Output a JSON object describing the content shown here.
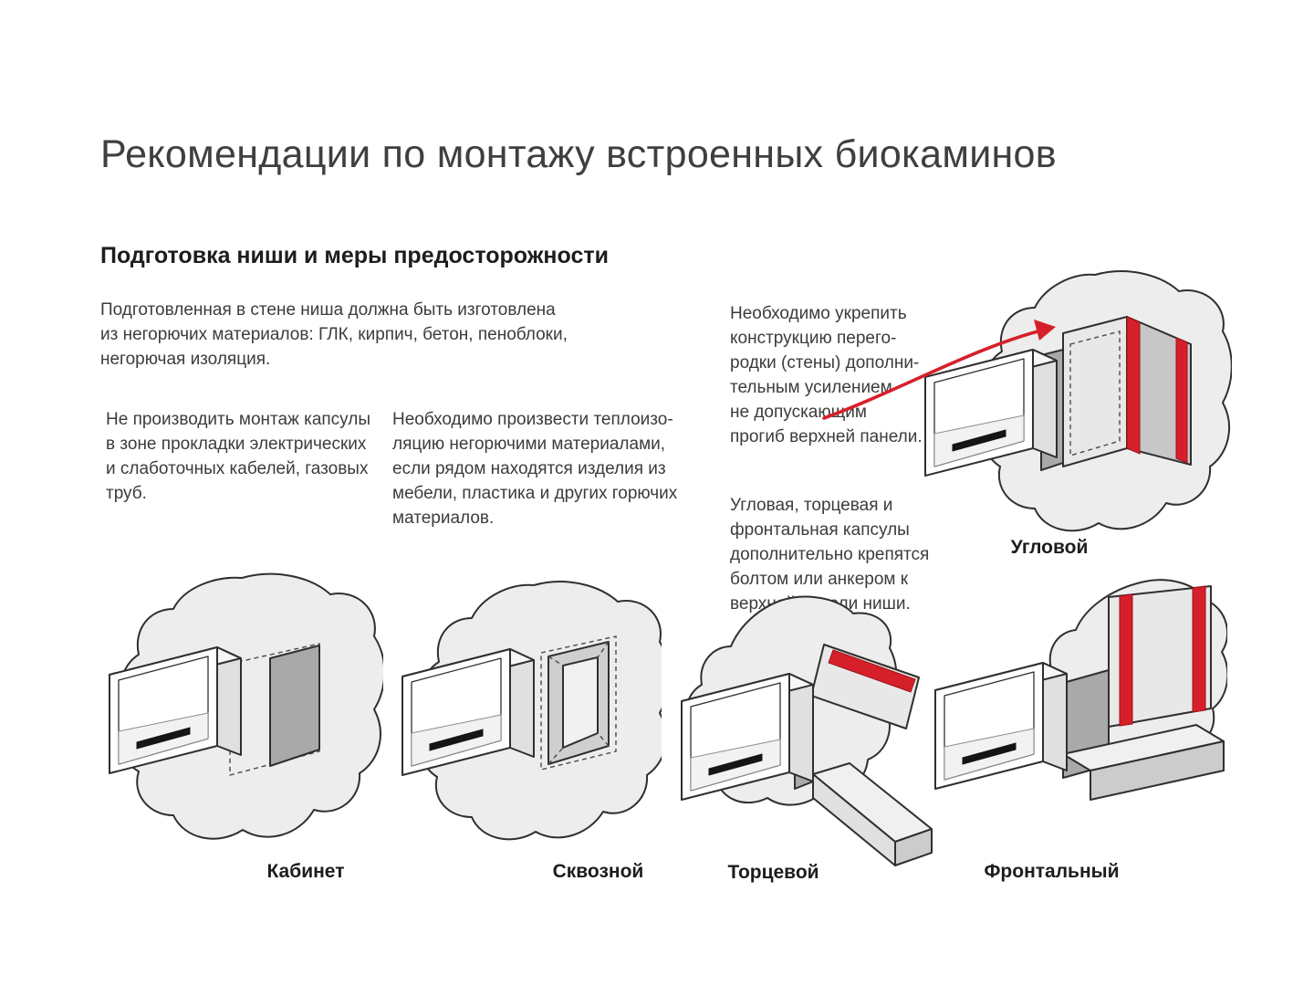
{
  "page": {
    "title": "Рекомендации по монтажу встроенных биокаминов",
    "section_heading": "Подготовка ниши и меры предосторожности"
  },
  "paragraphs": {
    "intro": "Подготовленная в стене ниша должна быть изготовлена\nиз негорючих материалов: ГЛК, кирпич, бетон, пеноблоки,\nнегорючая изоляция.",
    "warning_cables": "Не производить монтаж капсулы\nв зоне прокладки электрических\nи слаботочных кабелей, газовых\nтруб.",
    "insulation": "Необходимо произвести теплоизо-\nляцию негорючими материалами,\nесли рядом находятся изделия из\nмебели, пластика и других горючих\nматериалов.",
    "reinforce": "Необходимо укрепить\nконструкцию перего-\nродки (стены) дополни-\nтельным усилением\nне допускающим\nпрогиб верхней панели.",
    "fastening": "Угловая, торцевая и\nфронтальная капсулы\nдополнительно крепятся\nболтом или анкером к\nверхней панели ниши."
  },
  "diagrams": {
    "cabinet": {
      "label": "Кабинет"
    },
    "through": {
      "label": "Сквозной"
    },
    "end": {
      "label": "Торцевой"
    },
    "frontal": {
      "label": "Фронтальный"
    },
    "corner": {
      "label": "Угловой"
    }
  },
  "colors": {
    "accent_red": "#d5202a",
    "wall_fill": "#ededed",
    "niche_dark": "#a9a9a9",
    "text_dark": "#3c3c3b"
  }
}
